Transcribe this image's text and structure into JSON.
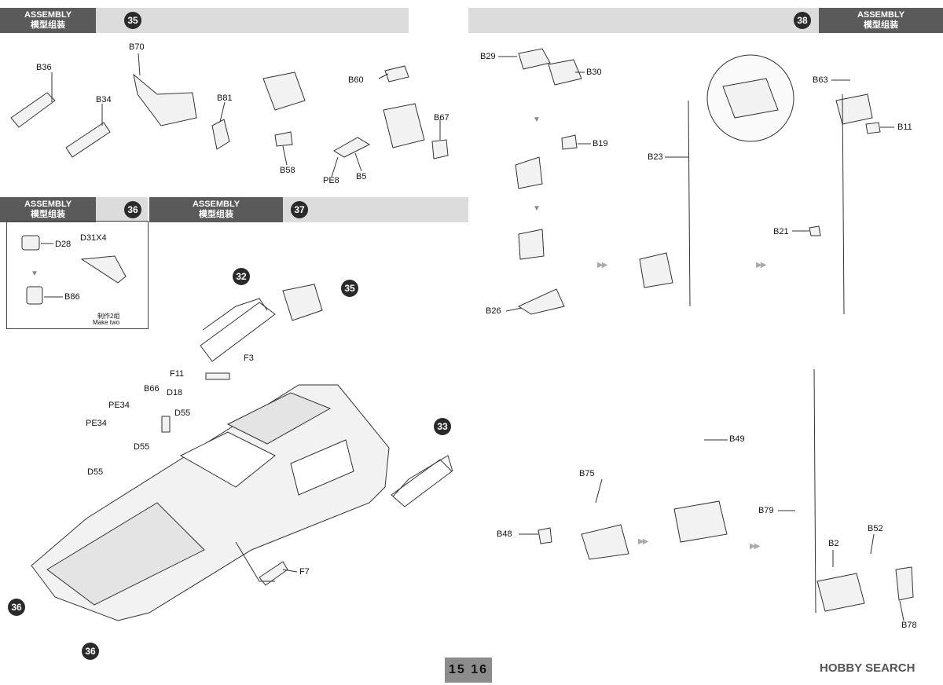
{
  "headers": {
    "s35": {
      "en": "ASSEMBLY",
      "zh": "模型组装",
      "num": "35"
    },
    "s36": {
      "en": "ASSEMBLY",
      "zh": "模型组装",
      "num": "36"
    },
    "s37": {
      "en": "ASSEMBLY",
      "zh": "模型组装",
      "num": "37"
    },
    "s38": {
      "en": "ASSEMBLY",
      "zh": "模型组装",
      "num": "38"
    }
  },
  "labels": {
    "B36": "B36",
    "B34": "B34",
    "B70": "B70",
    "B81": "B81",
    "B58": "B58",
    "B60": "B60",
    "B67": "B67",
    "B5": "B5",
    "PE8": "PE8",
    "D28": "D28",
    "D31X4": "D31X4",
    "B86": "B86",
    "make_two_zh": "制作2组",
    "make_two_en": "Make two",
    "B29": "B29",
    "B30": "B30",
    "B19": "B19",
    "B26": "B26",
    "B23": "B23",
    "B63": "B63",
    "B11": "B11",
    "B21": "B21",
    "F11": "F11",
    "F3": "F3",
    "D18": "D18",
    "B66": "B66",
    "PE34a": "PE34",
    "PE34b": "PE34",
    "D55a": "D55",
    "D55b": "D55",
    "D55c": "D55",
    "F7": "F7",
    "B75": "B75",
    "B48": "B48",
    "B49": "B49",
    "B79": "B79",
    "B52": "B52",
    "B2": "B2",
    "B78": "B78"
  },
  "callouts": {
    "c32": "32",
    "c35": "35",
    "c33": "33",
    "c36a": "36",
    "c36b": "36"
  },
  "page_numbers": "15 16",
  "watermark": "HOBBY SEARCH"
}
